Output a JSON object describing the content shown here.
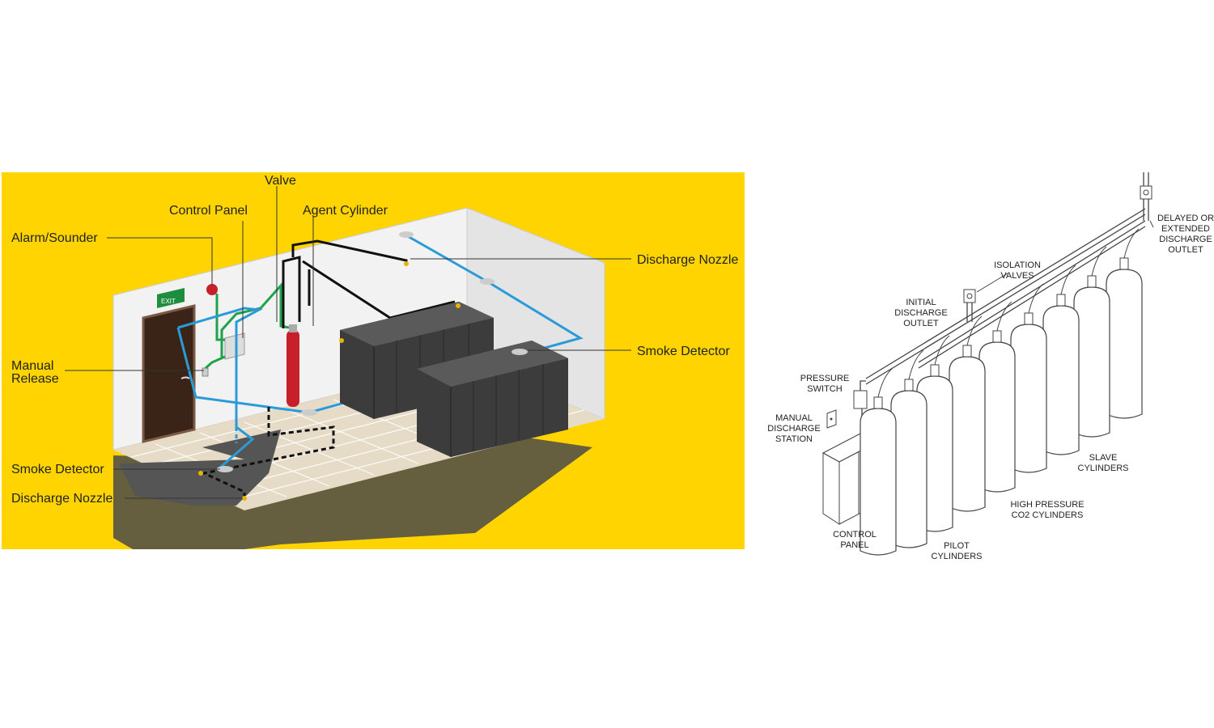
{
  "left_diagram": {
    "colors": {
      "background": "#FFD400",
      "wall": "#F2F2F2",
      "floor": "#E6DBC6",
      "door": "#3A2418",
      "cylinder": "#C8202A",
      "cabinet": "#3C3C3C",
      "pipe_black": "#111111",
      "wire_blue": "#2A9BD8",
      "wire_green": "#1FA24A",
      "exit_sign": "#1E8E3E"
    },
    "exit_sign": "EXIT",
    "labels": {
      "valve": "Valve",
      "control_panel": "Control Panel",
      "agent_cylinder": "Agent Cylinder",
      "alarm_sounder": "Alarm/Sounder",
      "discharge_nozzle_top": "Discharge Nozzle",
      "smoke_detector_right": "Smoke Detector",
      "manual_release_line1": "Manual",
      "manual_release_line2": "Release",
      "smoke_detector_floor": "Smoke Detector",
      "discharge_nozzle_floor": "Discharge Nozzle"
    }
  },
  "right_diagram": {
    "labels": {
      "delayed_line1": "DELAYED OR",
      "delayed_line2": "EXTENDED",
      "delayed_line3": "DISCHARGE",
      "delayed_line4": "OUTLET",
      "isolation_line1": "ISOLATION",
      "isolation_line2": "VALVES",
      "initial_line1": "INITIAL",
      "initial_line2": "DISCHARGE",
      "initial_line3": "OUTLET",
      "pressure_line1": "PRESSURE",
      "pressure_line2": "SWITCH",
      "manual_line1": "MANUAL",
      "manual_line2": "DISCHARGE",
      "manual_line3": "STATION",
      "slave_line1": "SLAVE",
      "slave_line2": "CYLINDERS",
      "hp_line1": "HIGH PRESSURE",
      "hp_line2": "CO2 CYLINDERS",
      "control_line1": "CONTROL",
      "control_line2": "PANEL",
      "pilot_line1": "PILOT",
      "pilot_line2": "CYLINDERS"
    }
  }
}
